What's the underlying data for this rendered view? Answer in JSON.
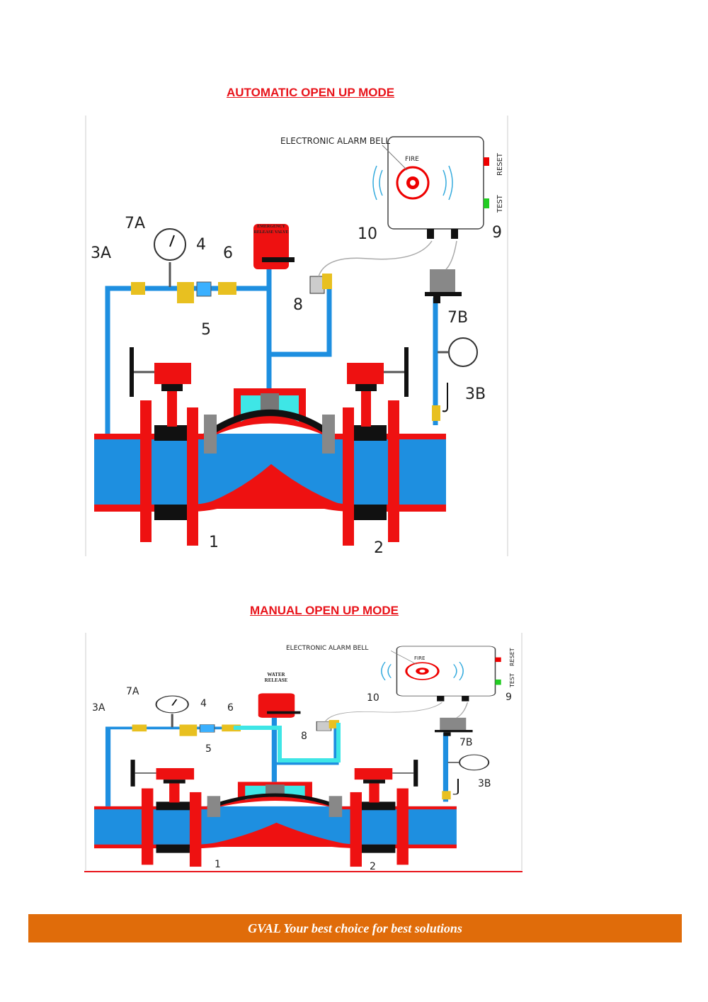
{
  "sections": [
    {
      "title": "AUTOMATIC OPEN UP MODE",
      "labels": {
        "bell": "ELECTRONIC ALARM BELL",
        "fire": "FIRE",
        "reset": "RESET",
        "test": "TEST",
        "l7a": "7A",
        "l3a": "3A",
        "l4": "4",
        "l6": "6",
        "l5": "5",
        "l8": "8",
        "l10": "10",
        "l9": "9",
        "l7b": "7B",
        "l3b": "3B",
        "l1": "1",
        "l2": "2",
        "valve": "EMERGENCY RELEASE VALVE"
      }
    },
    {
      "title": "MANUAL OPEN UP MODE",
      "labels": {
        "bell": "ELECTRONIC ALARM BELL",
        "fire": "FIRE",
        "reset": "RESET",
        "test": "TEST",
        "l7a": "7A",
        "l3a": "3A",
        "l4": "4",
        "l6": "6",
        "l5": "5",
        "l8": "8",
        "l10": "10",
        "l9": "9",
        "l7b": "7B",
        "l3b": "3B",
        "l1": "1",
        "l2": "2",
        "water_release": "WATER RELEASE"
      }
    }
  ],
  "footer": "GVAL  Your best choice for best solutions",
  "colors": {
    "pipe": "#1e8fe0",
    "body": "#ee1111",
    "accent": "#e06c0a",
    "title": "#e8141b"
  }
}
